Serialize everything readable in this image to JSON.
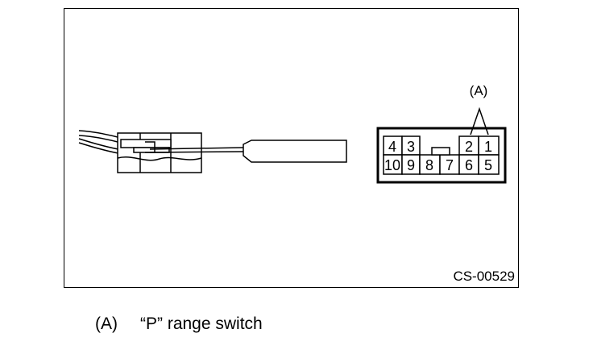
{
  "figure": {
    "code": "CS-00529",
    "callout_label": "(A)"
  },
  "connector": {
    "top_row": [
      "4",
      "3",
      "2",
      "1"
    ],
    "bottom_row": [
      "10",
      "9",
      "8",
      "7",
      "6",
      "5"
    ]
  },
  "legend": {
    "key": "(A)",
    "text": "“P” range switch"
  }
}
